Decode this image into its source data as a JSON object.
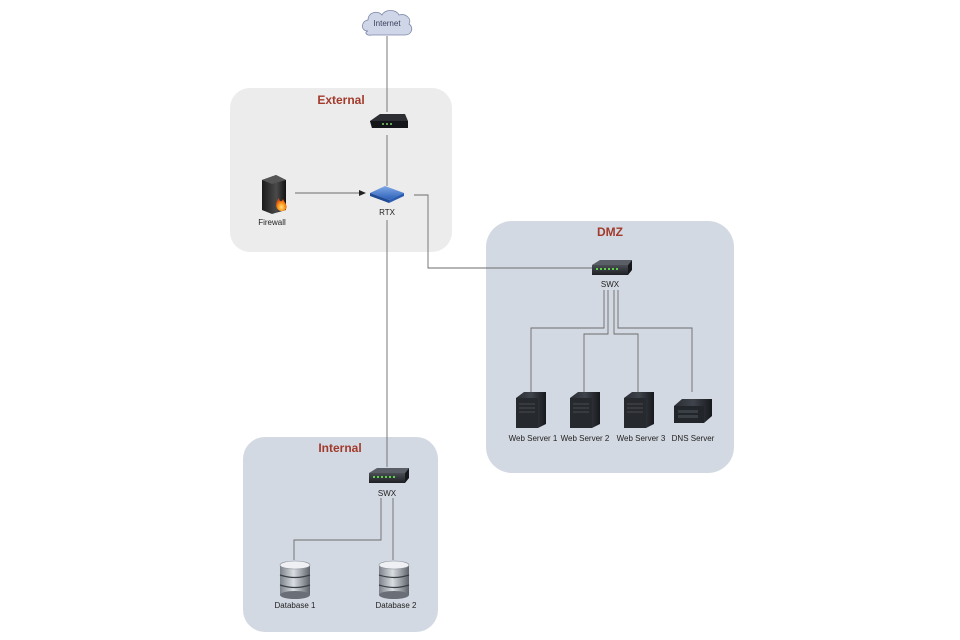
{
  "zones": {
    "external": {
      "title": "External"
    },
    "dmz": {
      "title": "DMZ"
    },
    "internal": {
      "title": "Internal"
    }
  },
  "nodes": {
    "internet": "Internet",
    "firewall": "Firewall",
    "rtx": "RTX",
    "swx_dmz": "SWX",
    "swx_internal": "SWX",
    "web_server_1": "Web Server 1",
    "web_server_2": "Web Server 2",
    "web_server_3": "Web Server 3",
    "dns_server": "DNS Server",
    "database_1": "Database 1",
    "database_2": "Database 2"
  },
  "colors": {
    "zone_external_bg": "#ececec",
    "zone_dmz_bg": "#d3d9e2",
    "zone_internal_bg": "#d3d9e2",
    "zone_title": "#a23a2c",
    "wire": "#6b6b6b"
  },
  "icons": {
    "internet": "cloud-icon",
    "modem": "modem-icon",
    "firewall": "firewall-icon",
    "router": "router-icon",
    "switch": "switch-icon",
    "server": "server-tower-icon",
    "dns": "dns-server-icon",
    "database": "database-icon"
  }
}
